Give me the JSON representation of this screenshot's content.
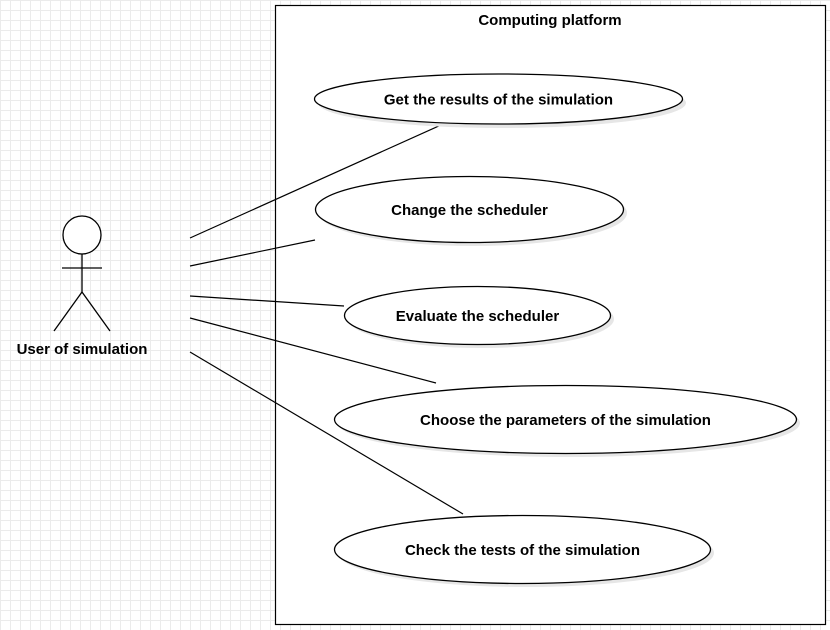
{
  "system": {
    "title": "Computing platform"
  },
  "actor": {
    "name": "User of simulation"
  },
  "use_cases": [
    {
      "label": "Get the results of the simulation"
    },
    {
      "label": "Change the scheduler"
    },
    {
      "label": "Evaluate the scheduler"
    },
    {
      "label": "Choose the parameters of the simulation"
    },
    {
      "label": "Check the tests of the simulation"
    }
  ],
  "associations": [
    {
      "from": "actor",
      "to": "use_cases.0"
    },
    {
      "from": "actor",
      "to": "use_cases.1"
    },
    {
      "from": "actor",
      "to": "use_cases.2"
    },
    {
      "from": "actor",
      "to": "use_cases.3"
    },
    {
      "from": "actor",
      "to": "use_cases.4"
    }
  ],
  "colors": {
    "stroke": "#000000",
    "fill": "#ffffff",
    "shadow": "#e6e6e6",
    "grid": "#ebebeb"
  }
}
